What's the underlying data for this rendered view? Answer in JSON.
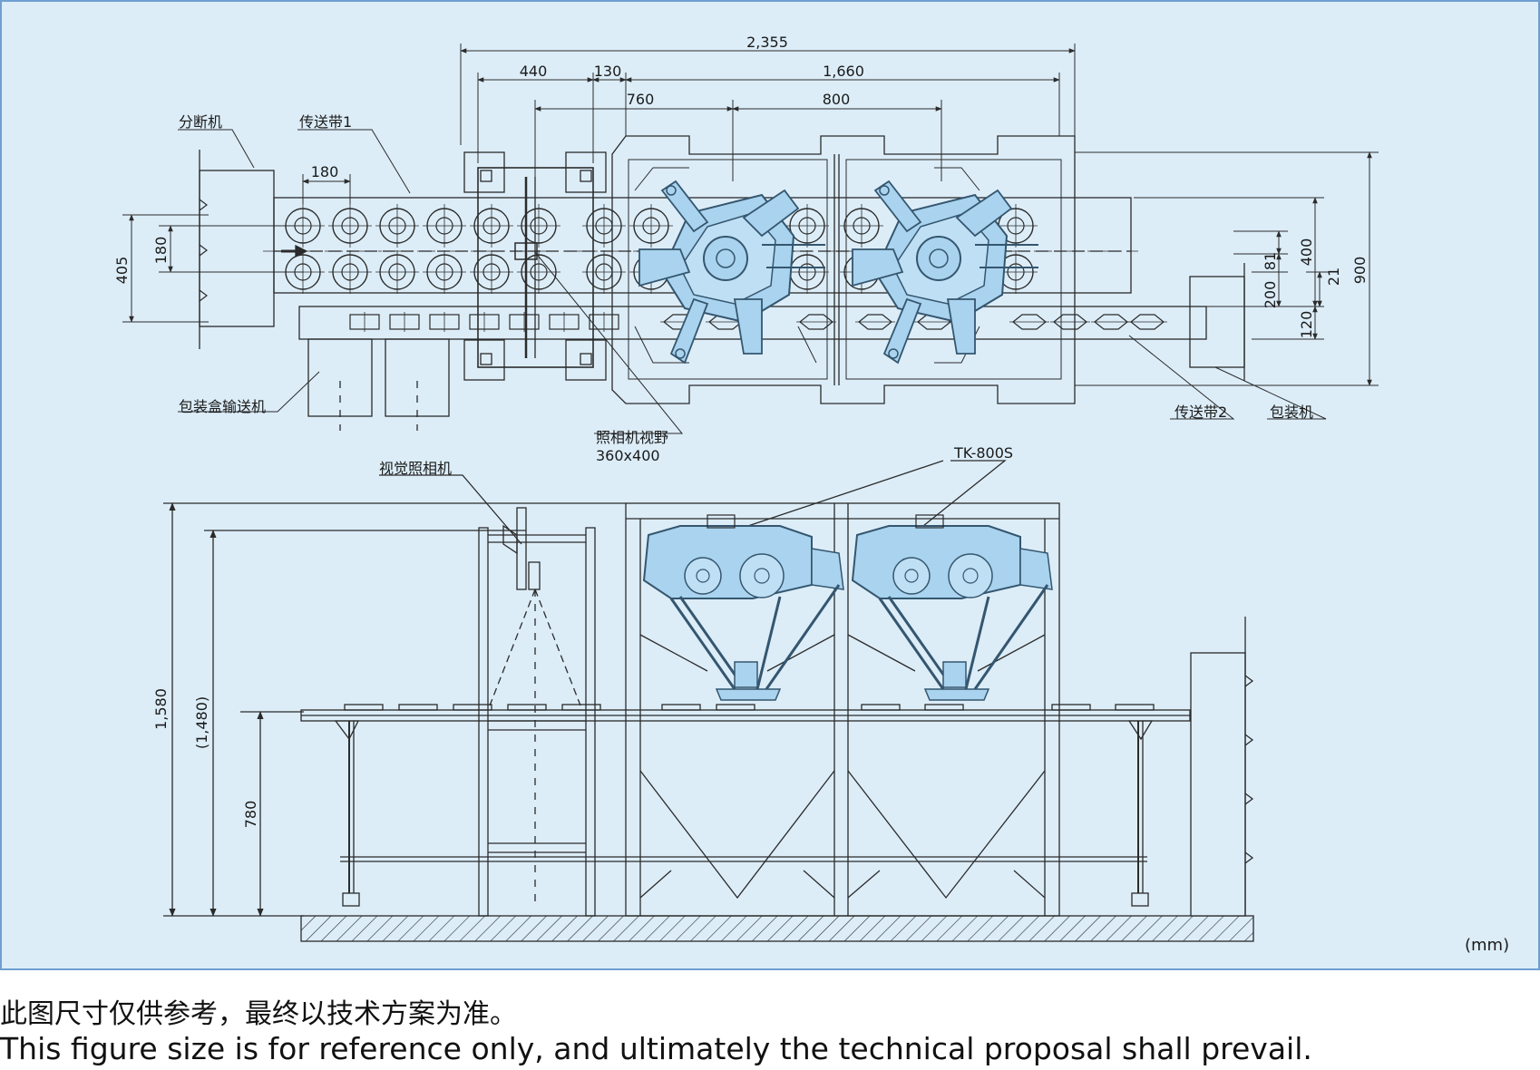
{
  "colors": {
    "panel_background": "#dcedf8",
    "panel_border": "#6f9fd1",
    "line": "#2b2b2b",
    "robot_fill": "#a9d3ee",
    "robot_stroke": "#35566f"
  },
  "top_view": {
    "dimensions": {
      "overall": "2,355",
      "d440": "440",
      "d130": "130",
      "d1660": "1,660",
      "d760": "760",
      "d800": "800",
      "pitch": "180",
      "v405": "405",
      "v180": "180",
      "v900": "900",
      "v400": "400",
      "v81": "81",
      "v200": "200",
      "v21": "21",
      "v120": "120"
    },
    "labels": {
      "cutter": "分断机",
      "conveyor1": "传送带1",
      "box_conveyor": "包装盒输送机",
      "camera_field": "照相机视野",
      "camera_field_size": "360x400",
      "conveyor2": "传送带2",
      "packer": "包装机"
    }
  },
  "side_view": {
    "dimensions": {
      "h1580": "1,580",
      "h1480": "(1,480)",
      "h780": "780"
    },
    "labels": {
      "vision_camera": "视觉照相机",
      "robot_model": "TK-800S"
    }
  },
  "unit": "(mm)",
  "caption": {
    "cn": "此图尺寸仅供参考，最终以技术方案为准。",
    "en": "This figure size is for reference only, and ultimately the technical proposal shall prevail."
  }
}
